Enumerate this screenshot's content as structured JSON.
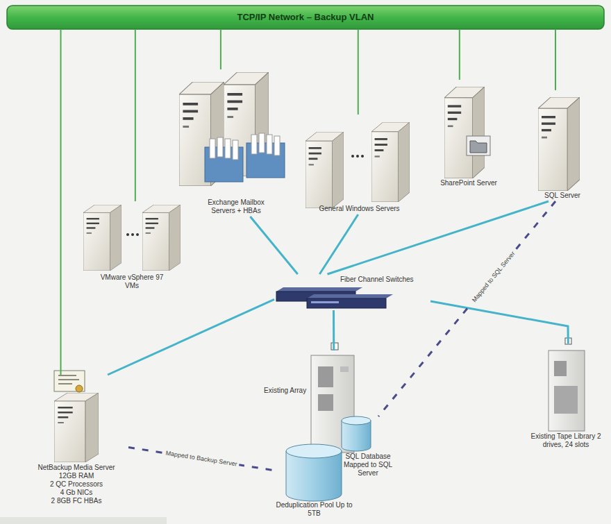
{
  "diagram": {
    "nodes": [
      {
        "text": [
          "TCP/IP Network – Backup VLAN"
        ]
      },
      {
        "text": [
          "Exchange Mailbox Servers + HBAs"
        ]
      },
      {
        "text": [
          "SharePoint Server"
        ]
      },
      {
        "text": [
          "SQL Server"
        ]
      },
      {
        "text": [
          "General Windows Servers"
        ]
      },
      {
        "text": [
          "VMware vSphere 97 VMs"
        ]
      },
      {
        "text": [
          "Fiber Channel Switches"
        ]
      },
      {
        "text": [
          "Existing Tape Library 2 drives, 24 slots"
        ]
      },
      {
        "text": [
          "Existing Array"
        ]
      },
      {
        "text": [
          "NetBackup Media Server",
          "12GB RAM",
          "2 QC Processors",
          "4 Gb NICs",
          "2 8GB FC HBAs"
        ]
      },
      {
        "text": [
          "SQL Database Mapped to SQL Server"
        ]
      },
      {
        "text": [
          "Deduplication Pool Up to 5TB"
        ]
      }
    ],
    "edges": [
      {
        "from": 0,
        "to": 5,
        "arrow": "none"
      },
      {
        "from": 0,
        "to": 1,
        "arrow": "none"
      },
      {
        "from": 0,
        "to": 4,
        "arrow": "none"
      },
      {
        "from": 0,
        "to": 2,
        "arrow": "none"
      },
      {
        "from": 0,
        "to": 3,
        "arrow": "none"
      },
      {
        "from": 0,
        "to": 9,
        "arrow": "none"
      },
      {
        "from": 1,
        "to": 6,
        "arrow": "none"
      },
      {
        "from": 4,
        "to": 6,
        "arrow": "none"
      },
      {
        "from": 3,
        "to": 6,
        "arrow": "none"
      },
      {
        "from": 6,
        "to": 9,
        "arrow": "none"
      },
      {
        "from": 6,
        "to": 8,
        "arrow": "none"
      },
      {
        "from": 6,
        "to": 7,
        "arrow": "none"
      },
      {
        "from": 3,
        "to": 10,
        "label": "Mapped to SQL Server",
        "arrow": "none"
      },
      {
        "from": 9,
        "to": 11,
        "label": "Mapped to Backup Server",
        "arrow": "none"
      }
    ]
  }
}
